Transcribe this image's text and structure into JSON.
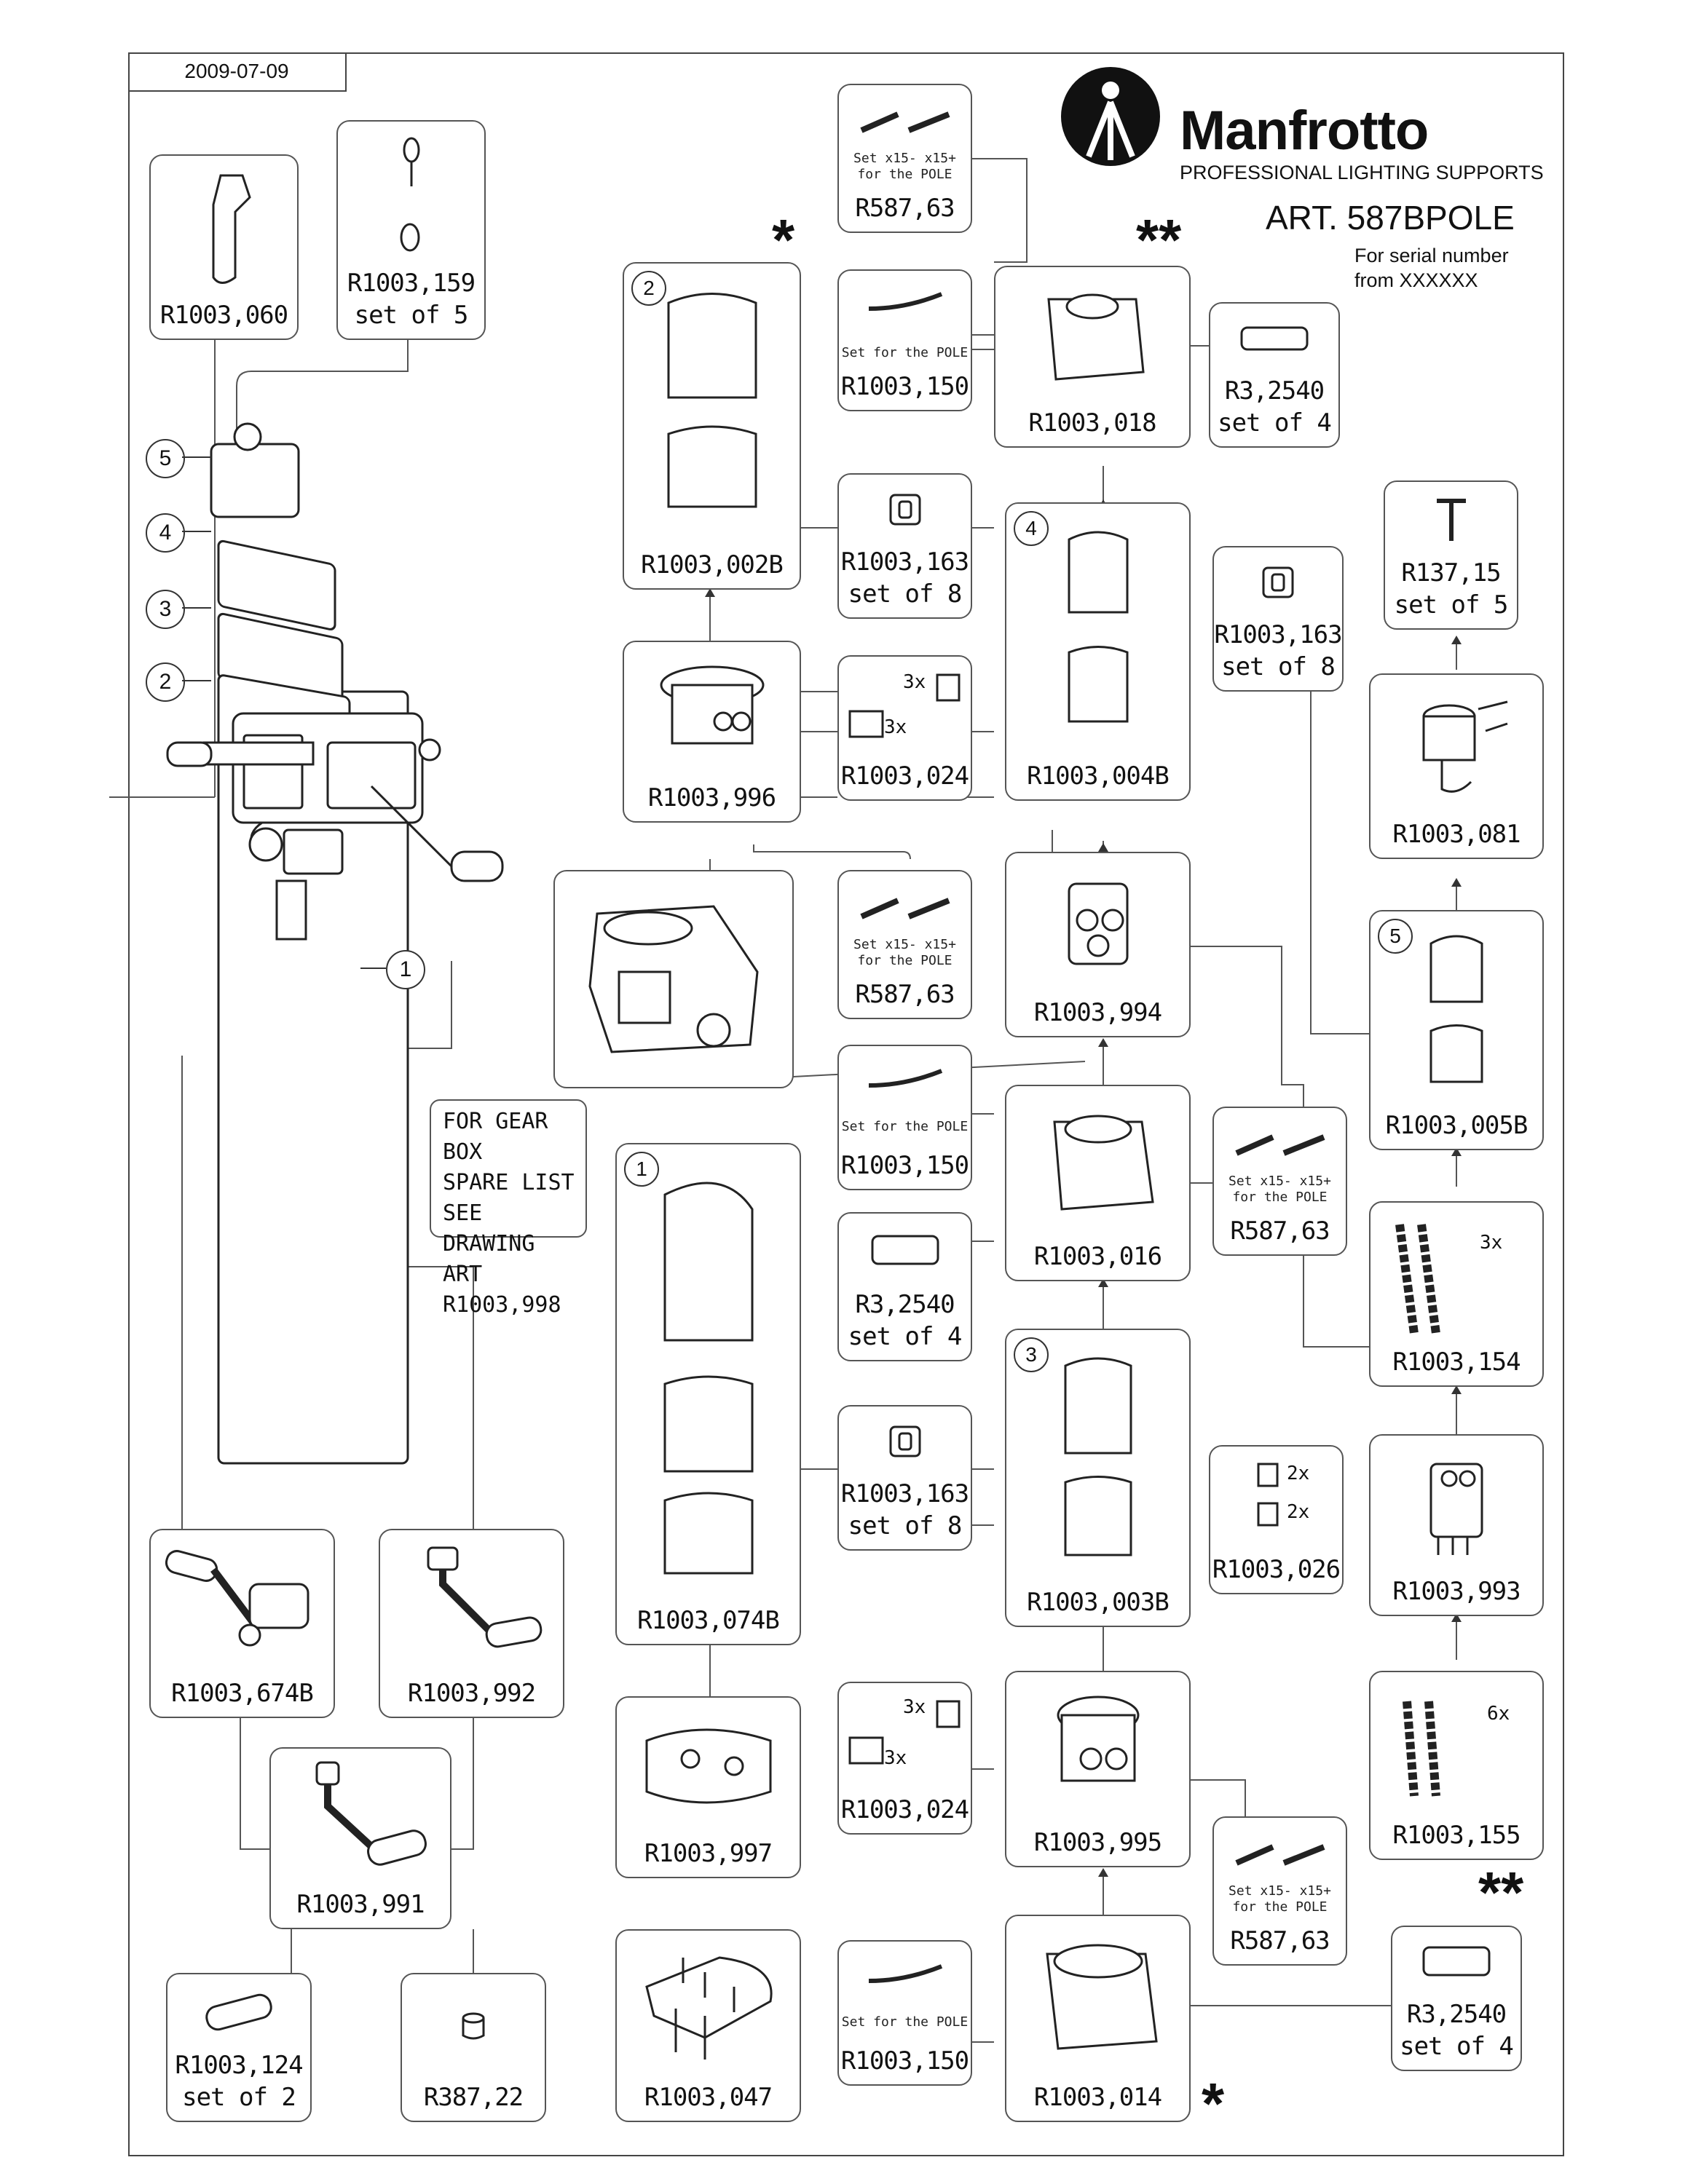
{
  "date": "2009-07-09",
  "brand": {
    "name": "Manfrotto",
    "subtitle": "PROFESSIONAL LIGHTING SUPPORTS",
    "article": "ART. 587BPOLE",
    "serial_line1": "For serial number",
    "serial_line2": "from XXXXXX"
  },
  "markers": {
    "single": "*",
    "double": "**"
  },
  "gear_note": [
    "FOR GEAR BOX",
    "SPARE LIST",
    "SEE DRAWING",
    "ART R1003,998"
  ],
  "callouts": [
    "5",
    "4",
    "3",
    "2",
    "1"
  ],
  "pole_text": {
    "set": "Set  x15-   x15+",
    "for": "for the POLE",
    "set_plain": "Set for the POLE"
  },
  "parts": {
    "p060": "R1003,060",
    "p159": "R1003,159",
    "p159_q": "set of 5",
    "p587a": "R587,63",
    "p002b": "R1003,002B",
    "p002b_badge": "2",
    "p150a": "R1003,150",
    "p018": "R1003,018",
    "p2540a": "R3,2540",
    "p2540a_q": "set of 4",
    "p163a": "R1003,163",
    "p163a_q": "set of 8",
    "p004b": "R1003,004B",
    "p004b_badge": "4",
    "p163b": "R1003,163",
    "p163b_q": "set of 8",
    "p137": "R137,15",
    "p137_q": "set of 5",
    "p996": "R1003,996",
    "p024a": "R1003,024",
    "p024a_x1": "3x",
    "p024a_x2": "3x",
    "p081": "R1003,081",
    "p587b": "R587,63",
    "p994": "R1003,994",
    "p005b": "R1003,005B",
    "p005b_badge": "5",
    "p150b": "R1003,150",
    "p016": "R1003,016",
    "p587c": "R587,63",
    "p074b": "R1003,074B",
    "p074b_badge": "1",
    "p2540b": "R3,2540",
    "p2540b_q": "set of 4",
    "p003b": "R1003,003B",
    "p003b_badge": "3",
    "p154": "R1003,154",
    "p154_x": "3x",
    "p163c": "R1003,163",
    "p163c_q": "set of 8",
    "p026": "R1003,026",
    "p026_x1": "2x",
    "p026_x2": "2x",
    "p993": "R1003,993",
    "p674b": "R1003,674B",
    "p992": "R1003,992",
    "p997": "R1003,997",
    "p024b": "R1003,024",
    "p024b_x1": "3x",
    "p024b_x2": "3x",
    "p995": "R1003,995",
    "p155": "R1003,155",
    "p155_x": "6x",
    "p991": "R1003,991",
    "p587d": "R587,63",
    "p124": "R1003,124",
    "p124_q": "set of 2",
    "p38722": "R387,22",
    "p047": "R1003,047",
    "p150c": "R1003,150",
    "p014": "R1003,014",
    "p2540c": "R3,2540",
    "p2540c_q": "set of 4"
  }
}
